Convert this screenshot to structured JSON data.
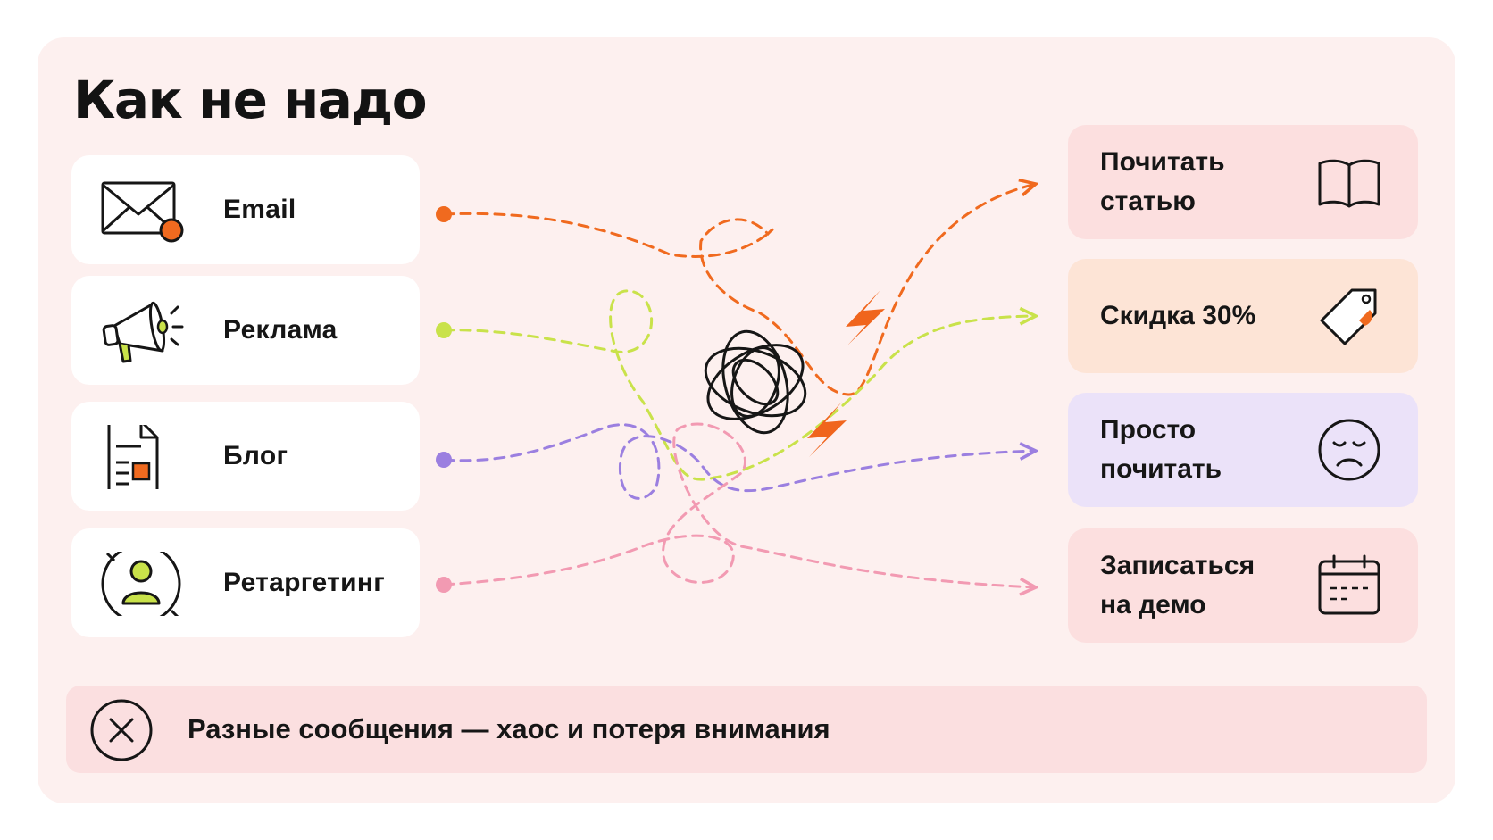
{
  "title": "Как не надо",
  "sources": [
    {
      "label": "Email",
      "icon": "envelope-icon",
      "color": "#f06a1f"
    },
    {
      "label": "Реклама",
      "icon": "megaphone-icon",
      "color": "#c9e24a"
    },
    {
      "label": "Блог",
      "icon": "document-icon",
      "color": "#9b7fe0"
    },
    {
      "label": "Ретаргетинг",
      "icon": "user-target-icon",
      "color": "#f29ab2"
    }
  ],
  "destinations": [
    {
      "label": "Почитать\nстатью",
      "icon": "book-icon",
      "background": "#fcdfdf"
    },
    {
      "label": "Скидка 30%",
      "icon": "price-tag-icon",
      "background": "#fde4d6"
    },
    {
      "label": "Просто\nпочитать",
      "icon": "sad-face-icon",
      "background": "#ebe2f9"
    },
    {
      "label": "Записаться\nна демо",
      "icon": "calendar-icon",
      "background": "#fcdfdf"
    }
  ],
  "center_icons": [
    "tangle-icon",
    "lightning-icon"
  ],
  "banner": {
    "text": "Разные сообщения — хаос и потеря внимания",
    "icon": "cross-circle-icon"
  },
  "colors": {
    "accent": "#f0651d",
    "panel": "#fdf0ef",
    "text": "#161616"
  }
}
